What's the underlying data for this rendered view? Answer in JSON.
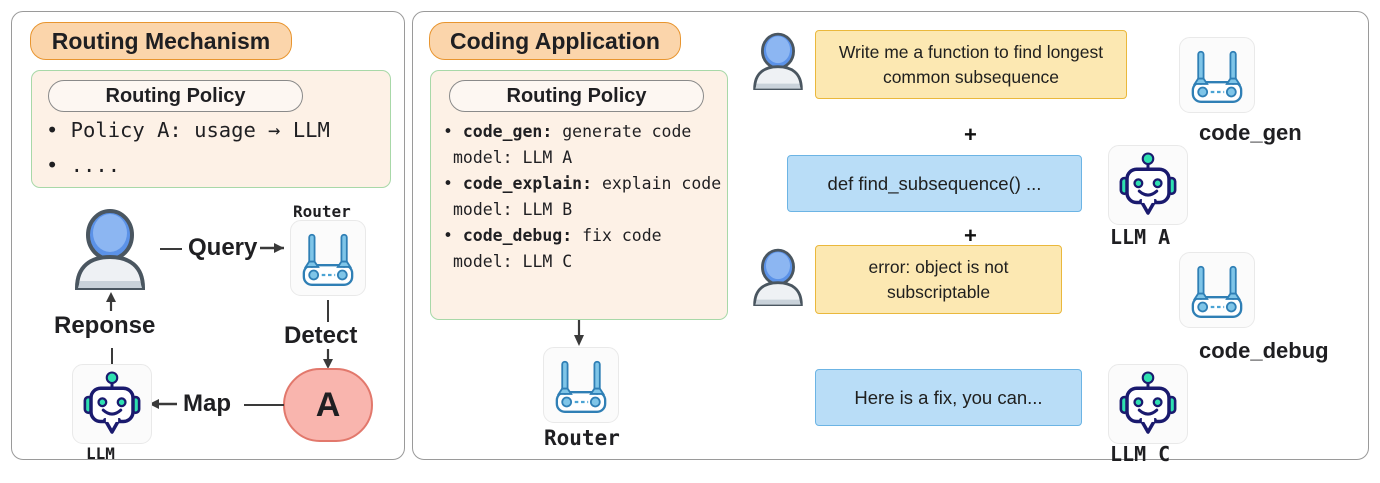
{
  "panels": {
    "left": {
      "badge": "Routing Mechanism",
      "policy": {
        "pill": "Routing Policy",
        "lines": [
          "• Policy A: usage → LLM",
          "• ...."
        ]
      },
      "flow": {
        "router_label": "Router",
        "query_label": "Query",
        "detect_label": "Detect",
        "response_label": "Reponse",
        "map_label": "Map",
        "capsule_label": "A",
        "llm_label": "LLM"
      }
    },
    "right": {
      "badge": "Coding Application",
      "policy": {
        "pill": "Routing Policy",
        "entries": [
          {
            "key": "code_gen:",
            "desc": " generate code",
            "model": "model: LLM A"
          },
          {
            "key": "code_explain:",
            "desc": " explain code",
            "model": "model: LLM B"
          },
          {
            "key": "code_debug:",
            "desc": " fix code",
            "model": "model: LLM C"
          }
        ]
      },
      "router_label": "Router",
      "conversation": {
        "user_prompt_1": "Write me a function to find longest common subsequence",
        "assistant_reply_1": "def find_subsequence() ...",
        "user_prompt_2": "error: object is not subscriptable",
        "assistant_reply_2": "Here is a fix, you can...",
        "plus_1": "+",
        "plus_2": "+",
        "route_label_1": "code_gen",
        "route_label_2": "code_debug",
        "llm_label_1": "LLM A",
        "llm_label_2": "LLM C"
      }
    }
  },
  "colors": {
    "badge_fill": "#fbd5ab",
    "badge_border": "#e8952f",
    "policy_fill": "#fdf1e6",
    "policy_border": "#a8d8a8",
    "user_bubble": "#fce8b2",
    "user_bubble_border": "#eab83c",
    "assistant_bubble": "#b9ddf7",
    "assistant_bubble_border": "#6cb4e4",
    "capsule_fill": "#f9b5ae",
    "capsule_border": "#e2786c",
    "router_blue": "#4aa3d4",
    "robot_navy": "#1a1a6e",
    "robot_teal": "#2fe0b0"
  },
  "icons": {
    "router": "router-icon",
    "user": "user-avatar-icon",
    "robot": "robot-llm-icon"
  }
}
